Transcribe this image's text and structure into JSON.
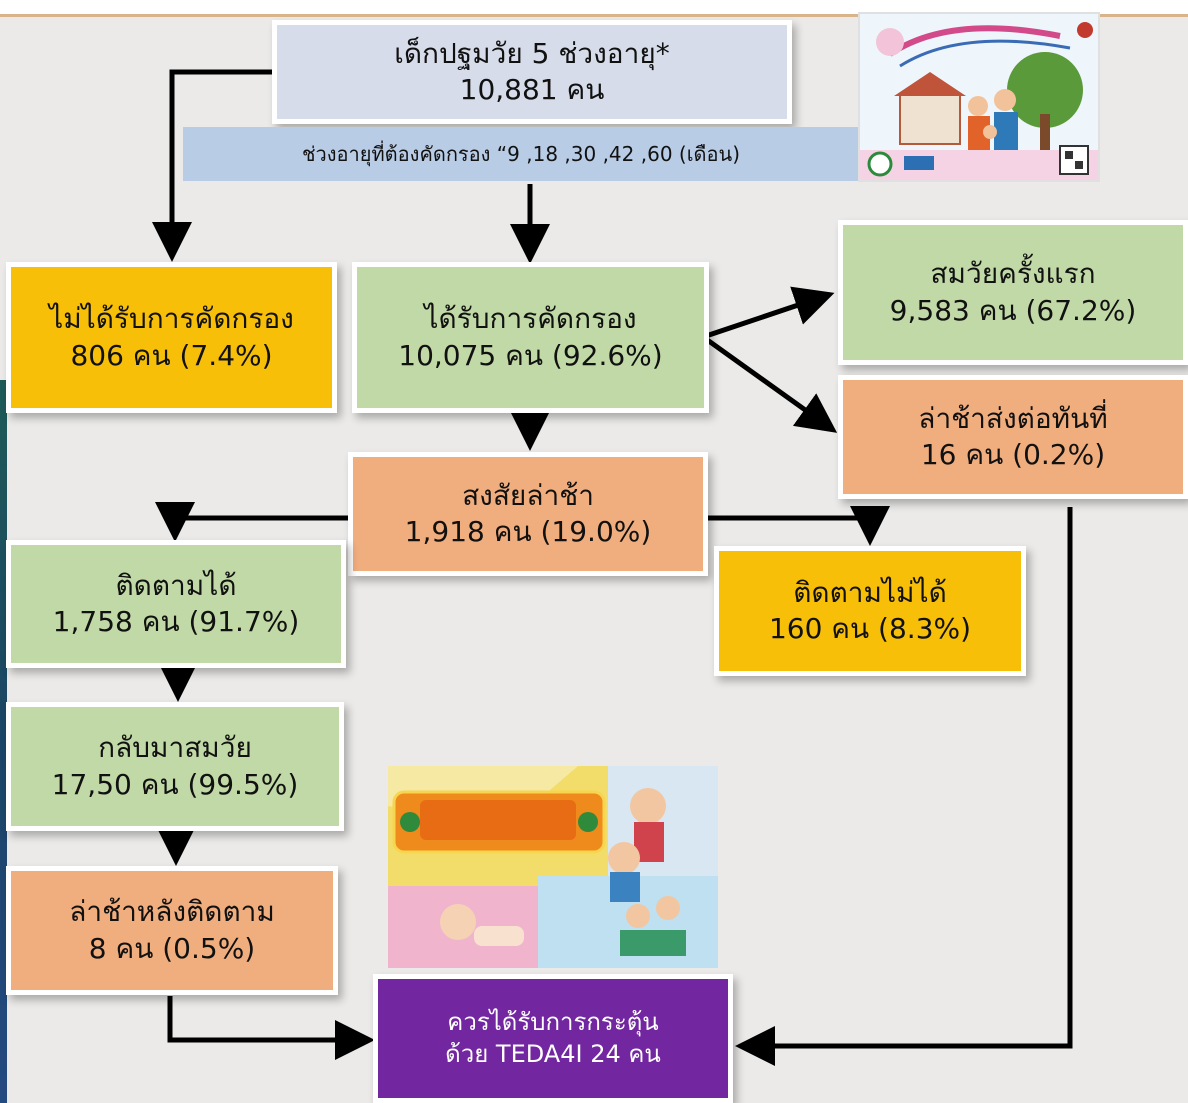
{
  "nodes": {
    "root": {
      "line1": "เด็กปฐมวัย 5 ช่วงอายุ*",
      "line2": "10,881 คน"
    },
    "subtitle": "ช่วงอายุที่ต้องคัดกรอง “9 ,18 ,30 ,42 ,60 (เดือน)",
    "not_screened": {
      "line1": "ไม่ได้รับการคัดกรอง",
      "line2": "806 คน (7.4%)"
    },
    "screened": {
      "line1": "ได้รับการคัดกรอง",
      "line2": "10,075 คน (92.6%)"
    },
    "normal_first": {
      "line1": "สมวัยครั้งแรก",
      "line2": "9,583 คน (67.2%)"
    },
    "delay_refer": {
      "line1": "ล่าช้าส่งต่อทันที่",
      "line2": "16 คน (0.2%)"
    },
    "suspected": {
      "line1": "สงสัยล่าช้า",
      "line2": "1,918 คน (19.0%)"
    },
    "followed": {
      "line1": "ติดตามได้",
      "line2": "1,758 คน (91.7%)"
    },
    "not_followed": {
      "line1": "ติดตามไม่ได้",
      "line2": "160 คน (8.3%)"
    },
    "back_normal": {
      "line1": "กลับมาสมวัย",
      "line2": "17,50 คน (99.5%)"
    },
    "delay_after": {
      "line1": "ล่าช้าหลังติดตาม",
      "line2": "8 คน (0.5%)"
    },
    "stimulate": {
      "line1": "ควรได้รับการกระตุ้น",
      "line2": "ด้วย TEDA4I 24 คน"
    }
  },
  "images": {
    "dsm_manual_cover": "dsm-manual-cover-image",
    "teda4i_manual_cover": "teda4i-manual-cover-image"
  },
  "colors": {
    "green": "#c1d9a6",
    "orange": "#f0ad7e",
    "gold": "#f7bf07",
    "blue": "#d6dce9",
    "purple": "#7226a0"
  }
}
